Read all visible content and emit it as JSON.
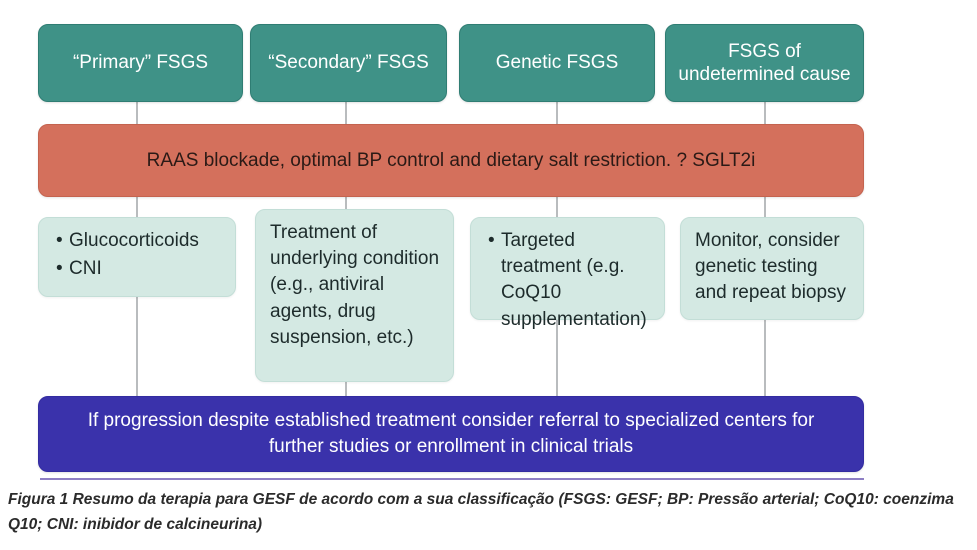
{
  "figure": {
    "caption": "Figura 1 Resumo da terapia para GESF de acordo com a sua classificação (FSGS: GESF; BP: Pressão arterial; CoQ10: coenzima Q10; CNI: inibidor de calcineurina)",
    "colors": {
      "category_box": "#3f9287",
      "general_measures_band": "#d4705c",
      "treatment_box": "#d4e9e3",
      "escalation_band": "#3a32ab",
      "connector_line": "#b9bcbe",
      "caption_rule": "#8e7fc4"
    }
  },
  "categories": [
    {
      "label": "“Primary” FSGS"
    },
    {
      "label": "“Secondary” FSGS"
    },
    {
      "label": "Genetic FSGS"
    },
    {
      "label": "FSGS of\nundetermined cause"
    }
  ],
  "general_measures": {
    "text": "RAAS blockade, optimal BP control and dietary salt restriction. ? SGLT2i"
  },
  "treatments": [
    {
      "style": "bullets",
      "items": [
        "Glucocorticoids",
        "CNI"
      ]
    },
    {
      "style": "plain",
      "items": [
        "Treatment of underlying condition (e.g., antiviral agents, drug suspension, etc.)"
      ]
    },
    {
      "style": "bullets",
      "items": [
        "Targeted treatment (e.g. CoQ10 supplementation)"
      ]
    },
    {
      "style": "plain",
      "items": [
        "Monitor, consider genetic testing and repeat biopsy"
      ]
    }
  ],
  "escalation": {
    "text": "If progression despite established treatment consider referral to specialized centers for further studies or enrollment in clinical trials"
  }
}
